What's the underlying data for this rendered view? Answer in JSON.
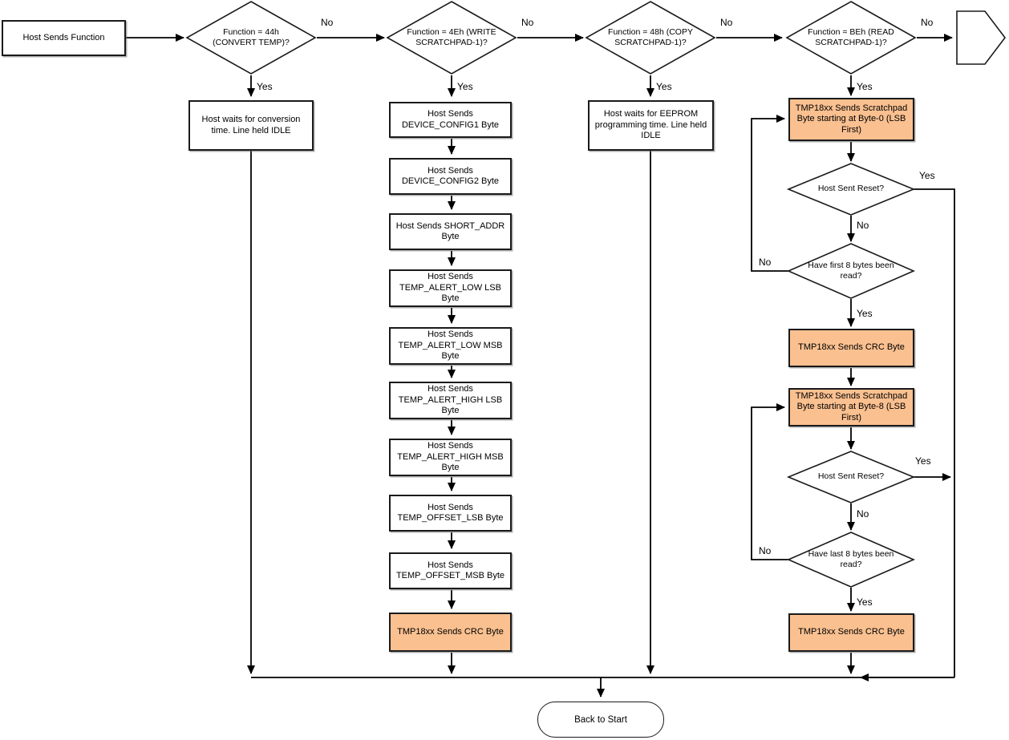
{
  "colors": {
    "highlight": "#FAC090",
    "line": "#000000",
    "box_fill": "#FFFFFF"
  },
  "flow": {
    "start": "Host Sends Function",
    "yes": "Yes",
    "no": "No",
    "decisions": {
      "convert": "Function = 44h (CONVERT TEMP)?",
      "write": "Function = 4Eh (WRITE SCRATCHPAD-1)?",
      "copy": "Function = 48h (COPY SCRATCHPAD-1)?",
      "read": "Function = BEh (READ SCRATCHPAD-1)?",
      "host_sent_reset": "Host Sent Reset?",
      "first8": "Have first 8 bytes been read?",
      "last8": "Have last 8 bytes been read?"
    },
    "convert_branch": {
      "wait": "Host waits for conversion time. Line held IDLE"
    },
    "write_branch": {
      "steps": [
        "Host Sends DEVICE_CONFIG1 Byte",
        "Host Sends DEVICE_CONFIG2 Byte",
        "Host Sends SHORT_ADDR Byte",
        "Host Sends TEMP_ALERT_LOW LSB Byte",
        "Host Sends TEMP_ALERT_LOW MSB Byte",
        "Host Sends TEMP_ALERT_HIGH LSB Byte",
        "Host Sends TEMP_ALERT_HIGH MSB Byte",
        "Host Sends TEMP_OFFSET_LSB Byte",
        "Host Sends TEMP_OFFSET_MSB Byte"
      ],
      "crc": "TMP18xx Sends CRC Byte"
    },
    "copy_branch": {
      "wait": "Host waits for EEPROM programming time. Line held IDLE"
    },
    "read_branch": {
      "byte0": "TMP18xx Sends Scratchpad Byte starting at Byte-0 (LSB First)",
      "crc1": "TMP18xx Sends CRC Byte",
      "byte8": "TMP18xx Sends Scratchpad Byte starting at Byte-8 (LSB First)",
      "crc2": "TMP18xx Sends CRC Byte"
    },
    "terminal": "Back to Start"
  }
}
